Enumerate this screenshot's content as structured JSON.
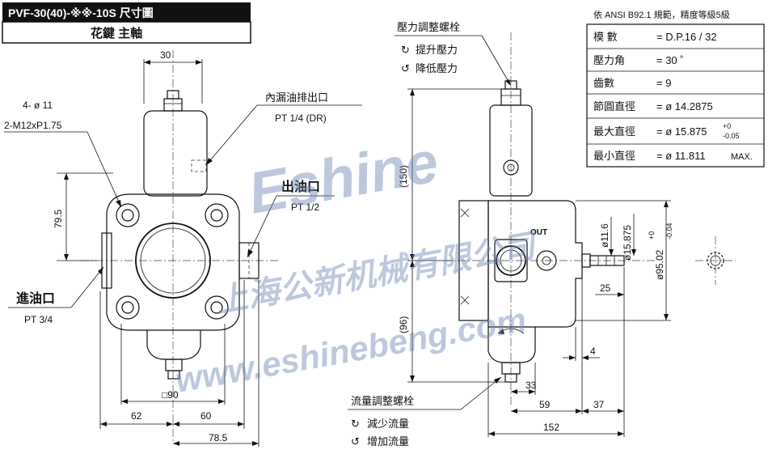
{
  "title": "PVF-30(40)-※※-10S 尺寸圖",
  "subtitle": "花鍵 主軸",
  "front_view": {
    "dim_top": "30",
    "bolt_holes_line1": "4- ø 11",
    "bolt_holes_line2": "2-M12xP1.75",
    "dim_left_height": "79.5",
    "drain_port_label": "內漏油排出口",
    "drain_port_spec": "PT 1/4 (DR)",
    "outlet_label": "出油口",
    "outlet_spec": "PT 1/2",
    "inlet_label": "進油口",
    "inlet_spec": "PT 3/4",
    "square_dim": "□90",
    "dim_bottom_left": "62",
    "dim_bottom_right": "60",
    "dim_bottom_overall": "78.5"
  },
  "side_view": {
    "pressure_screw_label": "壓力調整螺栓",
    "pressure_increase": "提升壓力",
    "pressure_decrease": "降低壓力",
    "dim_upper_height": "(150)",
    "dim_lower_height": "(96)",
    "out_label": "OUT",
    "dim_shaft_11_6": "ø11.6",
    "dim_shaft_15_875": "ø15.875",
    "dim_pilot": "ø95.02",
    "dim_pilot_tol_upper": "+0",
    "dim_pilot_tol_lower": "-0.04",
    "dim_25": "25",
    "dim_4": "4",
    "dim_33": "33",
    "dim_59": "59",
    "dim_37": "37",
    "dim_152": "152",
    "flow_screw_label": "流量調整螺栓",
    "flow_decrease": "減少流量",
    "flow_increase": "增加流量"
  },
  "spline_table": {
    "caption": "依 ANSI B92.1 規範，精度等級5級",
    "rows": [
      {
        "name": "模  數",
        "value": "= D.P.16 / 32"
      },
      {
        "name": "壓力角",
        "value": "= 30 ˚"
      },
      {
        "name": "齒數",
        "value": "=  9"
      },
      {
        "name": "節圓直徑",
        "value": "= ø 14.2875"
      },
      {
        "name": "最大直徑",
        "value": "= ø 15.875",
        "tol_upper": "+0",
        "tol_lower": "-0.05"
      },
      {
        "name": "最小直徑",
        "value": "= ø 11.811",
        "suffix": "MAX."
      }
    ]
  },
  "watermark": {
    "brand": "Eshine",
    "company": "上海公新机械有限公司",
    "url": "www.eshinebeng.com"
  }
}
